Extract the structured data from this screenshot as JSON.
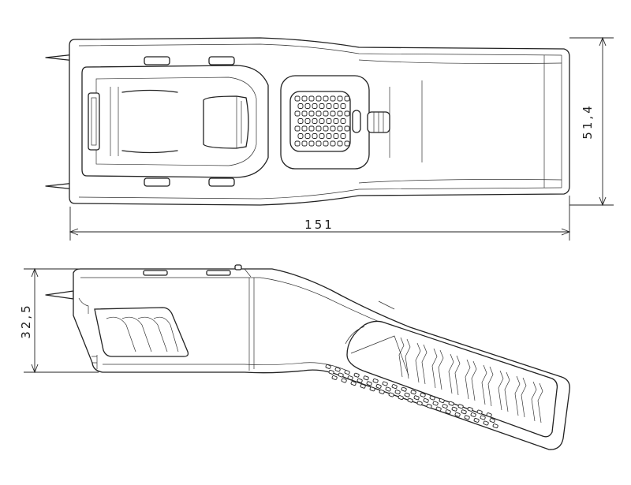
{
  "dimensions": {
    "length": "151",
    "width": "51,4",
    "height": "32,5"
  },
  "views": [
    "top-view",
    "side-view"
  ]
}
